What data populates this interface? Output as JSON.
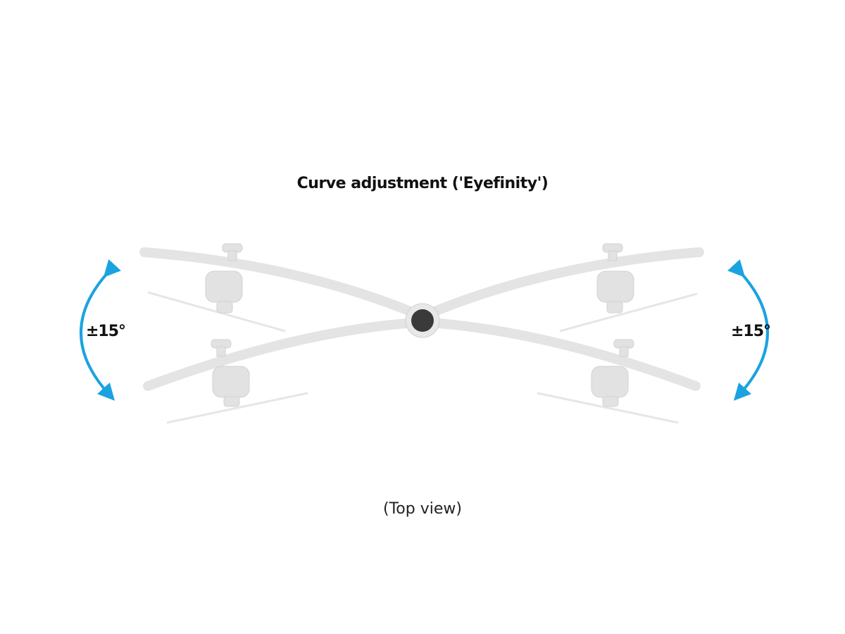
{
  "title": "Curve adjustment ('Eyefinity')",
  "caption": "(Top view)",
  "left_angle": "±15°",
  "right_angle": "±15°",
  "colors": {
    "arrow": "#1aa3e0",
    "arm": "#e4e4e4",
    "hub": "#3a3a3a"
  }
}
